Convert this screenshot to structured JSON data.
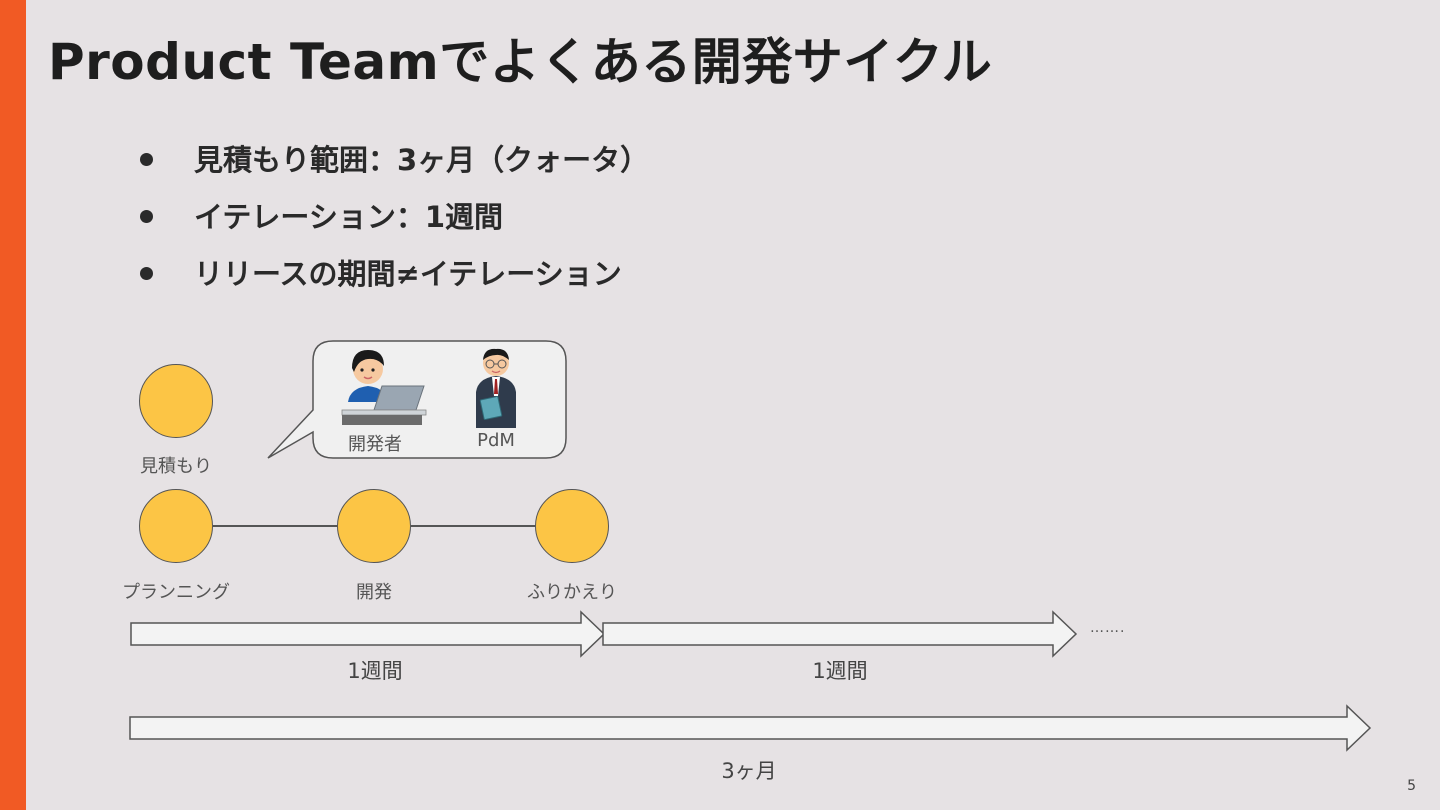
{
  "slide": {
    "title": "Product Teamでよくある開発サイクル",
    "page_number": "5",
    "colors": {
      "accent": "#f15a24",
      "background": "#e6e2e4",
      "circle_fill": "#fcc545"
    }
  },
  "bullets": [
    "見積もり範囲：3ヶ月（クォータ）",
    "イテレーション：1週間",
    "リリースの期間≠イテレーション"
  ],
  "diagram": {
    "estimate_label": "見積もり",
    "speech_bubble": {
      "roles": [
        {
          "label": "開発者",
          "icon": "developer-at-laptop-icon"
        },
        {
          "label": "PdM",
          "icon": "product-manager-icon"
        }
      ]
    },
    "cycle_steps": [
      "プランニング",
      "開発",
      "ふりかえり"
    ],
    "iteration_labels": [
      "1週間",
      "1週間"
    ],
    "continuation": "…….",
    "quarter_label": "3ヶ月"
  }
}
